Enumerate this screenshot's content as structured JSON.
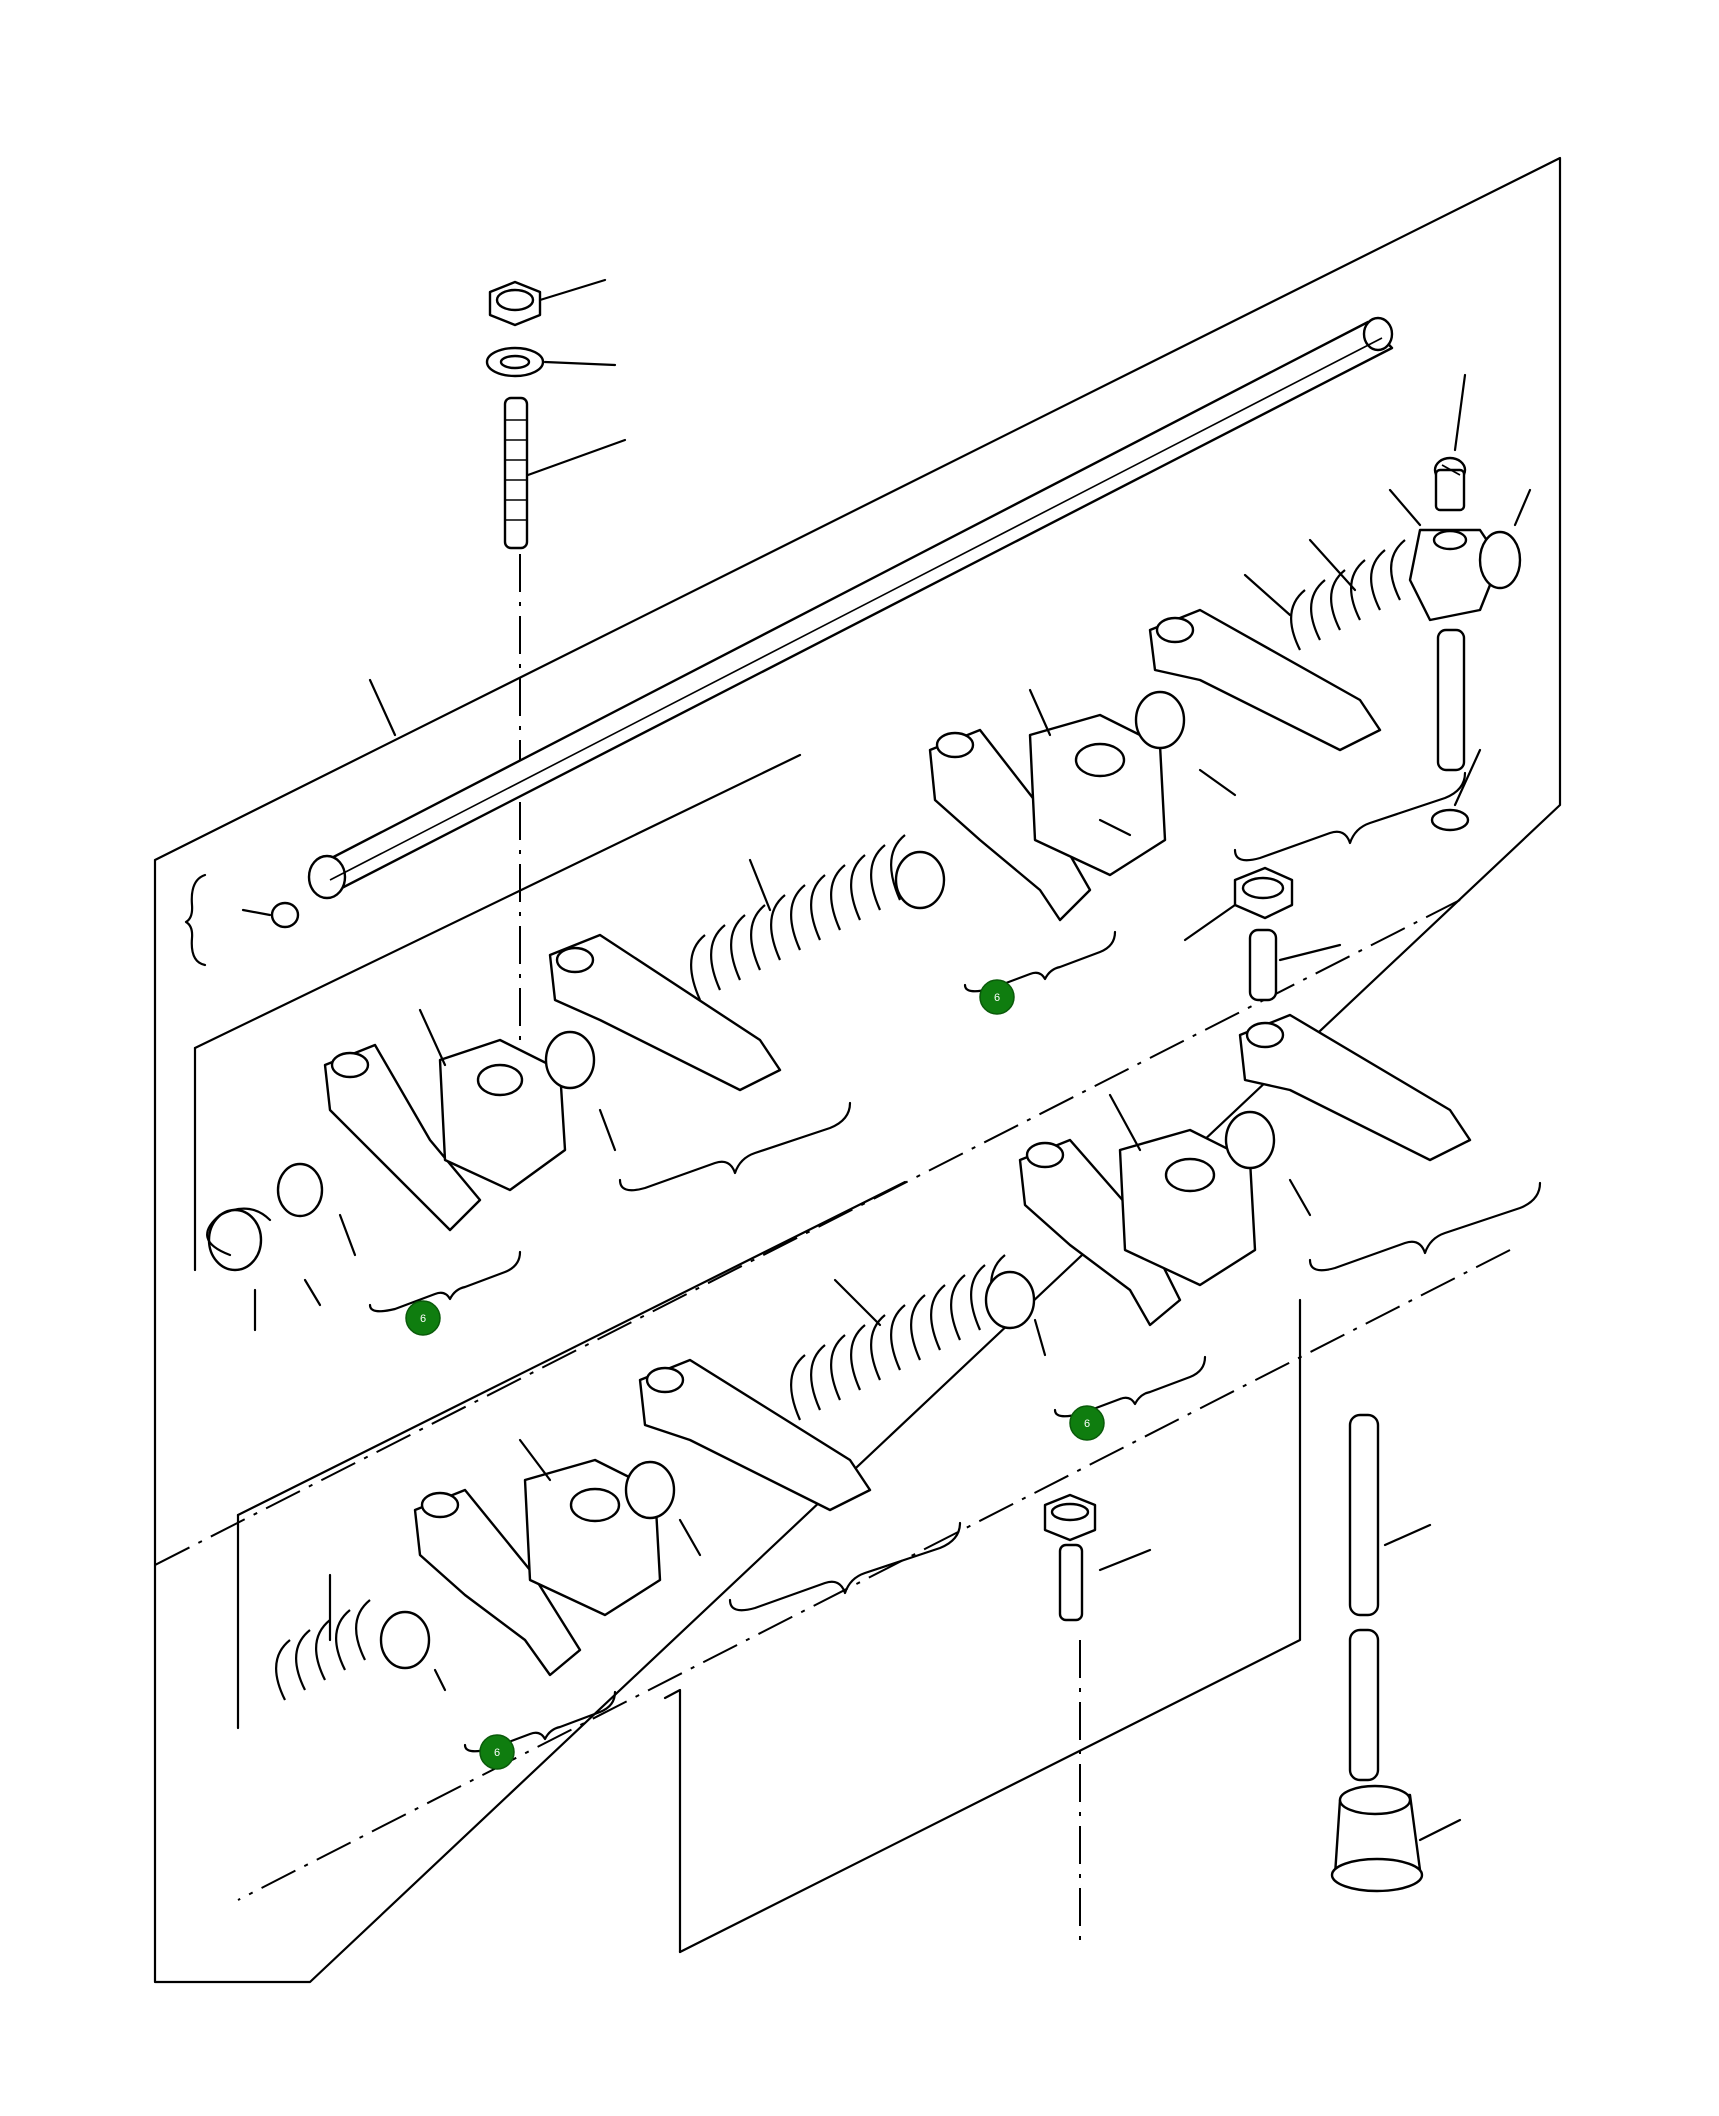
{
  "diagram": {
    "reference_badges": [
      {
        "id": "badge-1",
        "label": "6"
      },
      {
        "id": "badge-2",
        "label": "6"
      },
      {
        "id": "badge-3",
        "label": "6"
      },
      {
        "id": "badge-4",
        "label": "6"
      }
    ],
    "colors": {
      "line": "#000000",
      "badge": "#0f7d0f",
      "background": "#ffffff"
    }
  }
}
